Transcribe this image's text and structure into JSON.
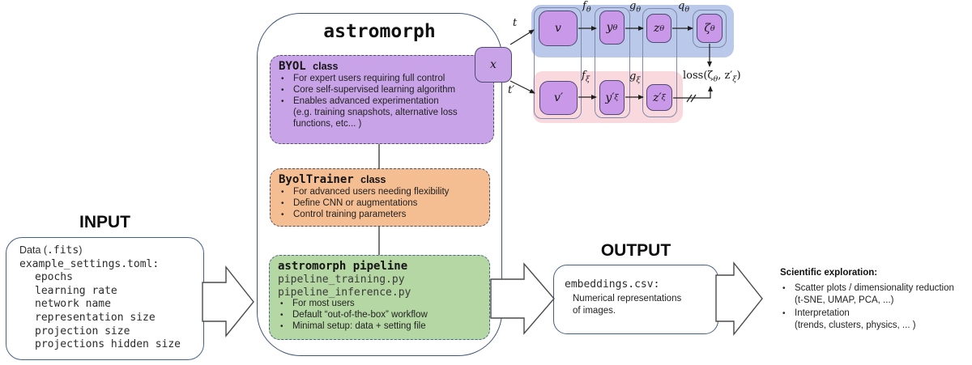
{
  "input": {
    "title": "INPUT",
    "data_line": {
      "prefix": "Data (",
      "file": ".fits",
      "suffix": ")"
    },
    "settings_file": "example_settings.toml:",
    "settings": [
      "epochs",
      "learning rate",
      "network name",
      "representation size",
      "projection size",
      "projections hidden size"
    ]
  },
  "astromorph": {
    "title": "astromorph",
    "byol": {
      "name": "BYOL",
      "type": "class",
      "bullets": [
        "For expert users requiring full control",
        "Core self-supervised learning algorithm",
        "Enables advanced experimentation\n(e.g. training snapshots, alternative loss\nfunctions, etc... )"
      ]
    },
    "trainer": {
      "name": "ByolTrainer",
      "type": "class",
      "bullets": [
        "For advanced users needing flexibility",
        "Define CNN or augmentations",
        "Control training parameters"
      ]
    },
    "pipeline": {
      "name": "astromorph pipeline",
      "files": [
        "pipeline_training.py",
        "pipeline_inference.py"
      ],
      "bullets": [
        "For most users",
        "Default “out-of-the-box” workflow",
        "Minimal setup: data + setting file"
      ]
    }
  },
  "output": {
    "title": "OUTPUT",
    "file": "embeddings.csv:",
    "description": "Numerical representations\nof images."
  },
  "exploration": {
    "heading": "Scientific exploration:",
    "bullets": [
      "Scatter plots / dimensionality reduction\n(t-SNE, UMAP, PCA, ...)",
      "Interpretation\n(trends, clusters, physics, ... )"
    ]
  },
  "byol_diagram": {
    "input_node": "x",
    "aug_top": "t",
    "aug_bottom": "t′",
    "top_nodes": [
      {
        "base": "v",
        "sub": ""
      },
      {
        "base": "y",
        "sub": "θ"
      },
      {
        "base": "z",
        "sub": "θ"
      },
      {
        "base": "ζ",
        "sub": "θ"
      }
    ],
    "bottom_nodes": [
      {
        "base": "v′",
        "sub": ""
      },
      {
        "base": "y′",
        "sub": "ξ"
      },
      {
        "base": "z′",
        "sub": "ξ"
      }
    ],
    "top_edges": [
      {
        "base": "f",
        "sub": "θ"
      },
      {
        "base": "g",
        "sub": "θ"
      },
      {
        "base": "q",
        "sub": "θ"
      }
    ],
    "bottom_edges": [
      {
        "base": "f",
        "sub": "ξ"
      },
      {
        "base": "g",
        "sub": "ξ"
      }
    ],
    "loss": {
      "p1": "loss(ζ",
      "s1": "θ",
      "p2": ", z′",
      "s2": "ξ",
      "p3": ")"
    }
  },
  "colors": {
    "node_purple": "#ca98e8",
    "byol_purple": "#c9a3e8",
    "trainer_orange": "#f5bd92",
    "pipeline_green": "#b5d7a3",
    "band_blue": "#bac8ea",
    "band_pink": "#fad9de",
    "box_border_slate": "#3d5477"
  }
}
